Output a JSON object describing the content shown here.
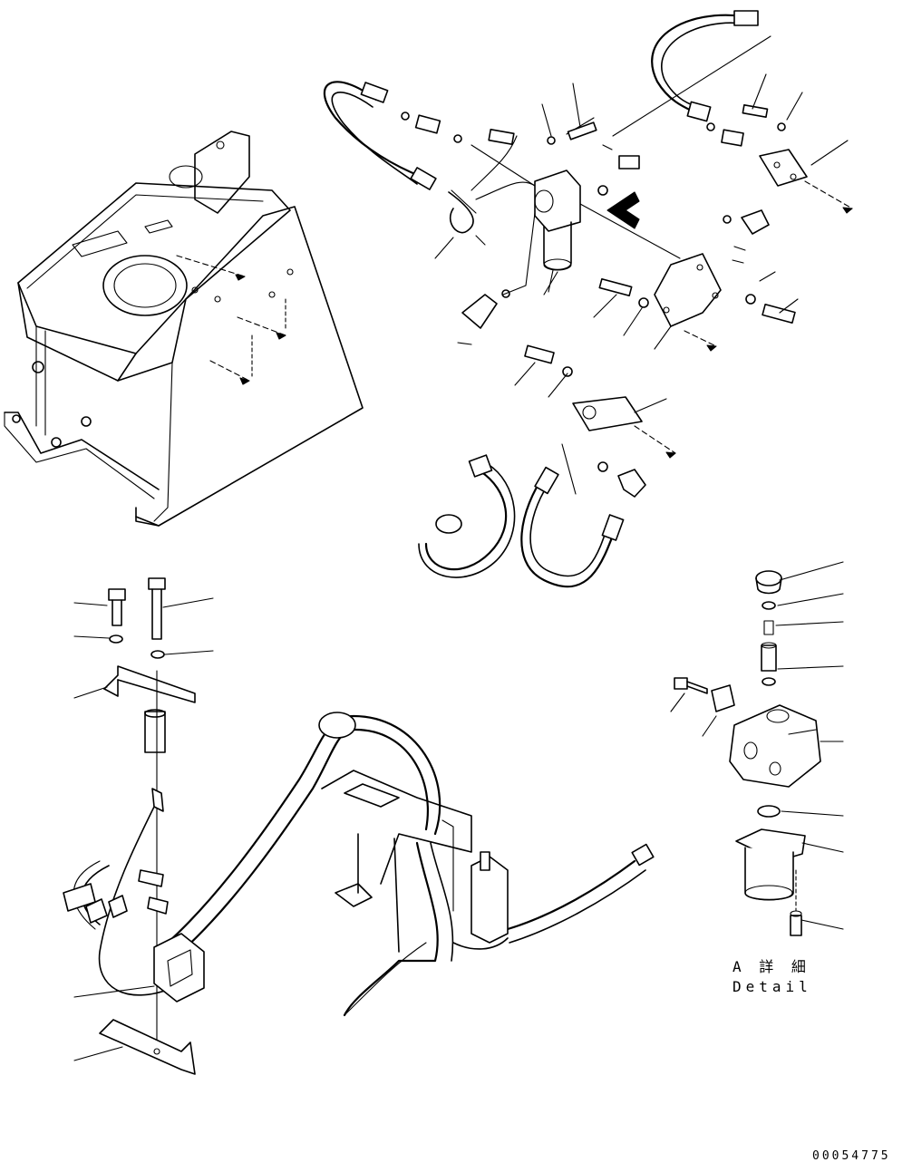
{
  "detail_label": {
    "line1": "A 詳 細",
    "line2": "Detail"
  },
  "drawing_number": "00054775"
}
